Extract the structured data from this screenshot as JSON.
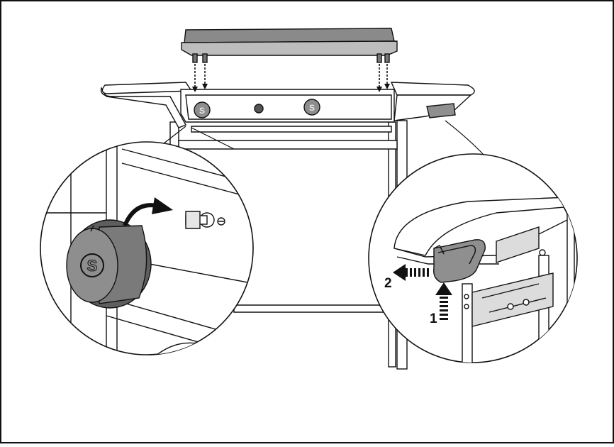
{
  "diagram": {
    "steps": [
      {
        "number": "1",
        "direction": "up"
      },
      {
        "number": "2",
        "direction": "left"
      }
    ],
    "knob_letter": "S",
    "colors": {
      "line": "#111111",
      "frame_fill": "#ffffff",
      "griddle_gray": "#8a8a8a",
      "knob_gray": "#8e8e8e",
      "knob_dark": "#5e5e5e",
      "handle_gray": "#8f8f8f",
      "panel_light": "#dcdcdc"
    }
  }
}
